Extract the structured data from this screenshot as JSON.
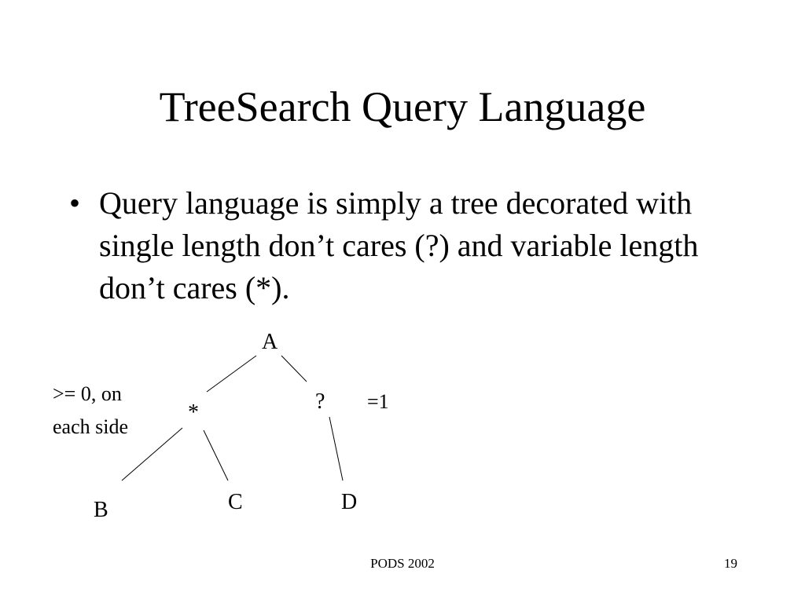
{
  "slide": {
    "title": "TreeSearch Query Language",
    "bullets": [
      {
        "marker": "•",
        "text": "Query language is simply a tree decorated with single length don’t cares (?) and variable length don’t cares (*)."
      }
    ]
  },
  "diagram": {
    "nodes": {
      "root": "A",
      "var_wildcard": "*",
      "single_wildcard": "?",
      "leaf_b": "B",
      "leaf_c": "C",
      "leaf_d": "D"
    },
    "edges": [
      [
        "A",
        "*"
      ],
      [
        "A",
        "?"
      ],
      [
        "*",
        "B"
      ],
      [
        "*",
        "C"
      ],
      [
        "?",
        "D"
      ]
    ],
    "annotations": {
      "var_wildcard_line1": ">= 0, on",
      "var_wildcard_line2": "each side",
      "single_wildcard": "=1"
    }
  },
  "footer": {
    "conference": "PODS 2002",
    "page_number": "19"
  }
}
